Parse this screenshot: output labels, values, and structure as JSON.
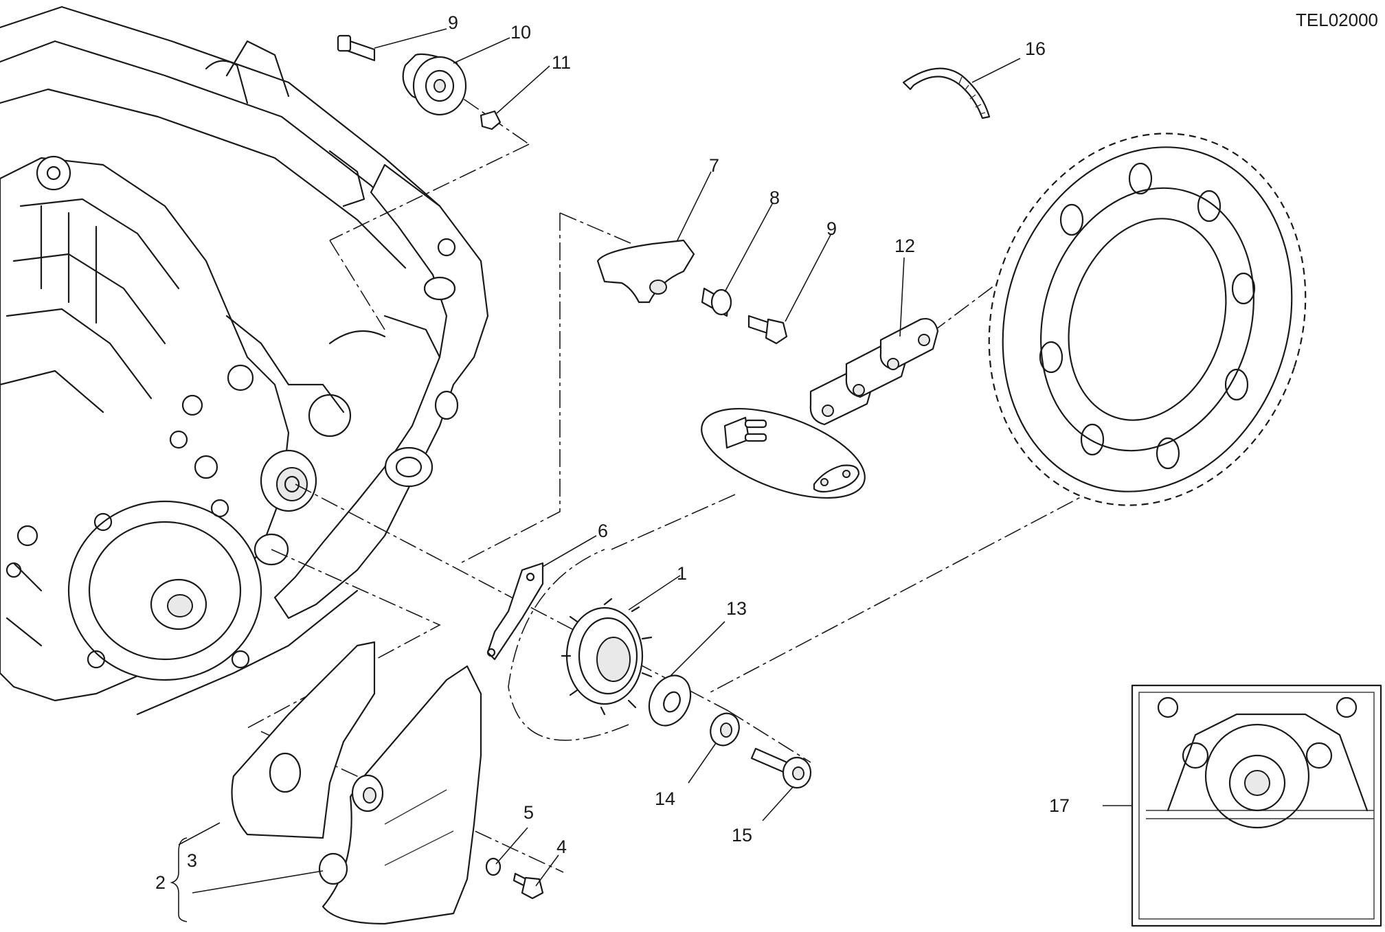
{
  "drawing_code": "TEL02000",
  "callouts": [
    {
      "id": "1",
      "text": "1"
    },
    {
      "id": "2",
      "text": "2"
    },
    {
      "id": "3",
      "text": "3"
    },
    {
      "id": "4",
      "text": "4"
    },
    {
      "id": "5",
      "text": "5"
    },
    {
      "id": "6",
      "text": "6"
    },
    {
      "id": "7",
      "text": "7"
    },
    {
      "id": "8",
      "text": "8"
    },
    {
      "id": "9a",
      "text": "9"
    },
    {
      "id": "9b",
      "text": "9"
    },
    {
      "id": "10",
      "text": "10"
    },
    {
      "id": "11",
      "text": "11"
    },
    {
      "id": "12",
      "text": "12"
    },
    {
      "id": "13",
      "text": "13"
    },
    {
      "id": "14",
      "text": "14"
    },
    {
      "id": "15",
      "text": "15"
    },
    {
      "id": "16",
      "text": "16"
    },
    {
      "id": "17",
      "text": "17"
    }
  ]
}
